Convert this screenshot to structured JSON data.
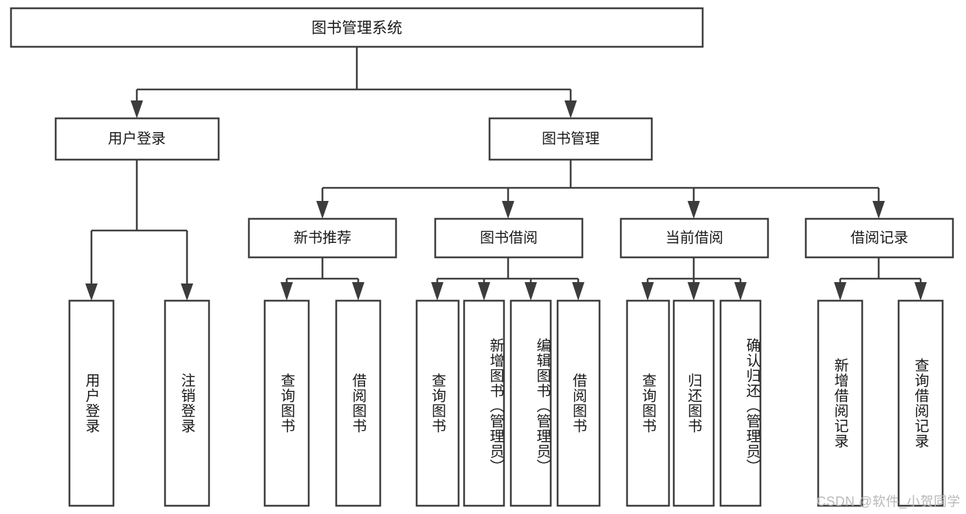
{
  "diagram": {
    "type": "tree",
    "title": "图书管理系统",
    "watermark": "CSDN @软件_小贺同学",
    "colors": {
      "background": "#ffffff",
      "stroke": "#3c3c3c",
      "text": "#1a1a1a",
      "watermark": "#b8b8b8"
    },
    "root": {
      "label": "图书管理系统",
      "level": 1
    },
    "level2": [
      {
        "label": "用户登录"
      },
      {
        "label": "图书管理"
      }
    ],
    "level3": [
      {
        "label": "新书推荐",
        "parent": "图书管理"
      },
      {
        "label": "图书借阅",
        "parent": "图书管理"
      },
      {
        "label": "当前借阅",
        "parent": "图书管理"
      },
      {
        "label": "借阅记录",
        "parent": "图书管理"
      }
    ],
    "leaves": [
      {
        "label": "用户登录",
        "parent": "用户登录",
        "align": "center"
      },
      {
        "label": "注销登录",
        "parent": "用户登录",
        "align": "center"
      },
      {
        "label": "查询图书",
        "parent": "新书推荐",
        "align": "center"
      },
      {
        "label": "借阅图书",
        "parent": "新书推荐",
        "align": "center"
      },
      {
        "label": "查询图书",
        "parent": "图书借阅",
        "align": "center"
      },
      {
        "label": "新增图书（管理员）",
        "parent": "图书借阅",
        "align": "top"
      },
      {
        "label": "编辑图书（管理员）",
        "parent": "图书借阅",
        "align": "top"
      },
      {
        "label": "借阅图书",
        "parent": "图书借阅",
        "align": "center"
      },
      {
        "label": "查询图书",
        "parent": "当前借阅",
        "align": "center"
      },
      {
        "label": "归还图书",
        "parent": "当前借阅",
        "align": "center"
      },
      {
        "label": "确认归还（管理员）",
        "parent": "当前借阅",
        "align": "top"
      },
      {
        "label": "新增借阅记录",
        "parent": "借阅记录",
        "align": "center"
      },
      {
        "label": "查询借阅记录",
        "parent": "借阅记录",
        "align": "center"
      }
    ]
  }
}
